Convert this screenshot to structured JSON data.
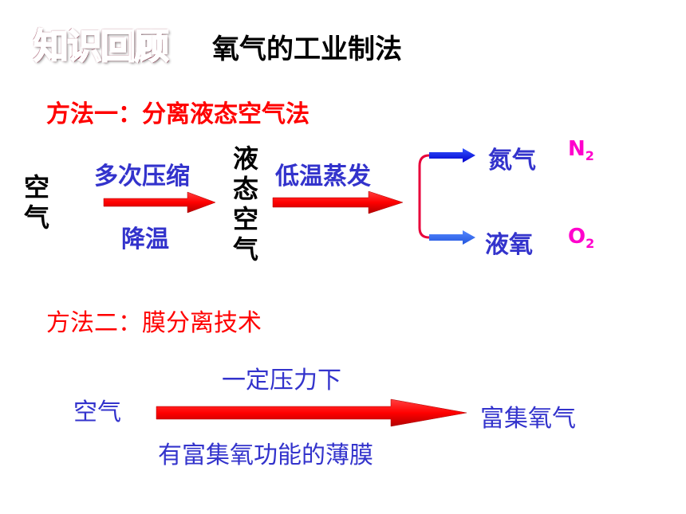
{
  "badge": "知识回顾",
  "title": "氧气的工业制法",
  "method1": {
    "heading": "方法一：分离液态空气法",
    "start_label": "空气",
    "step1_top": "多次压缩",
    "step1_bottom": "降温",
    "intermediate": "液态空气",
    "step2_top": "低温蒸发",
    "product1_name": "氮气",
    "product1_formula": "N",
    "product1_subscript": "2",
    "product2_name": "液氧",
    "product2_formula": "O",
    "product2_subscript": "2"
  },
  "method2": {
    "heading": "方法二：膜分离技术",
    "start_label": "空气",
    "condition_top": "一定压力下",
    "condition_bottom": "有富集氧功能的薄膜",
    "result": "富集氧气"
  },
  "colors": {
    "heading_red": "#ff0000",
    "text_blue": "#3333cc",
    "formula_magenta": "#ff00cc",
    "badge_crimson": "#a61d3f"
  }
}
